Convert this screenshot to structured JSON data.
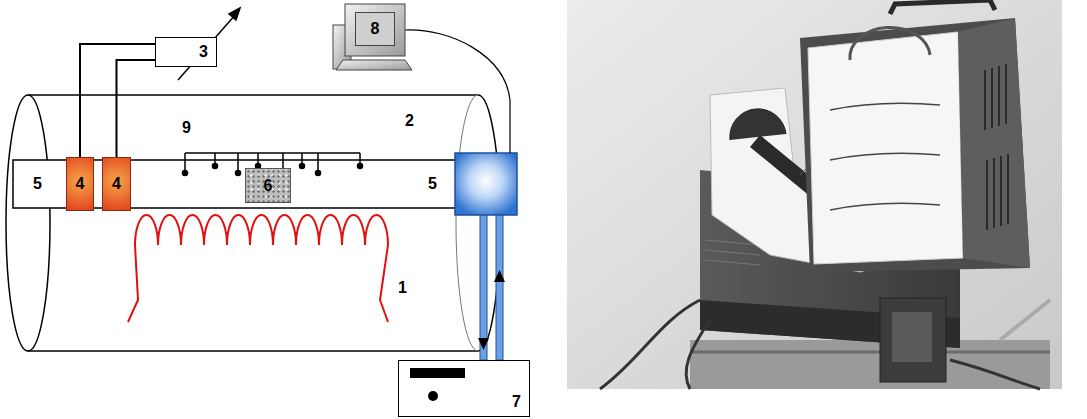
{
  "diagram": {
    "nodes": [
      {
        "text": [
          "3"
        ]
      },
      {
        "text": [
          "8"
        ]
      },
      {
        "text": [
          "4"
        ]
      },
      {
        "text": [
          "4"
        ]
      },
      {
        "text": [
          "6"
        ]
      },
      {
        "text": [
          "7"
        ]
      }
    ],
    "edges": [
      {
        "from": 2,
        "to": 0,
        "arrow": "none"
      },
      {
        "from": 3,
        "to": 0,
        "arrow": "none"
      }
    ],
    "labels": [
      "5",
      "5",
      "2",
      "9",
      "1"
    ]
  }
}
